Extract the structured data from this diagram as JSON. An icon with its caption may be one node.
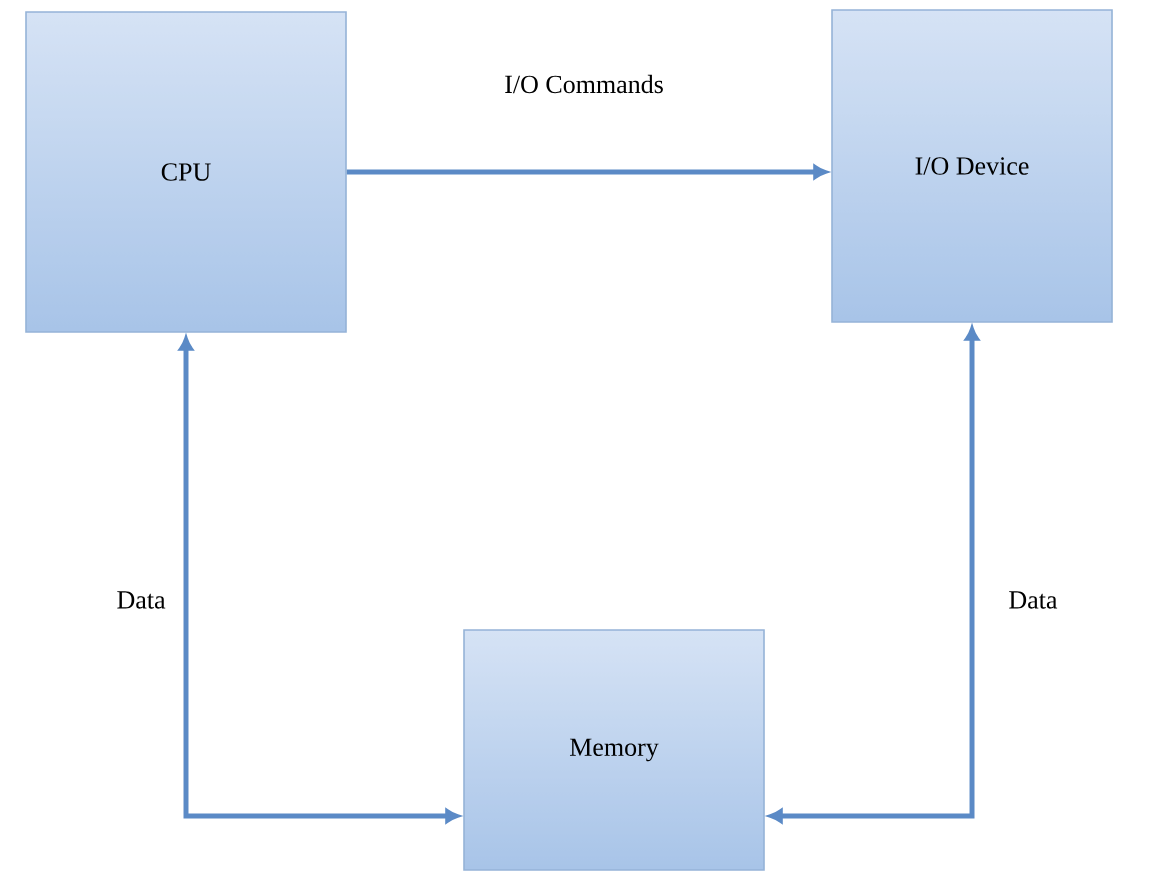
{
  "diagram": {
    "nodes": [
      {
        "text": [
          "CPU"
        ]
      },
      {
        "text": [
          "I/O Device"
        ]
      },
      {
        "text": [
          "Memory"
        ]
      }
    ],
    "edges": [
      {
        "from": 0,
        "to": 1,
        "arrow": "to",
        "label": "I/O Commands"
      },
      {
        "from": 0,
        "to": 2,
        "arrow": "both",
        "label": "Data"
      },
      {
        "from": 1,
        "to": 2,
        "arrow": "both",
        "label": "Data"
      }
    ]
  }
}
